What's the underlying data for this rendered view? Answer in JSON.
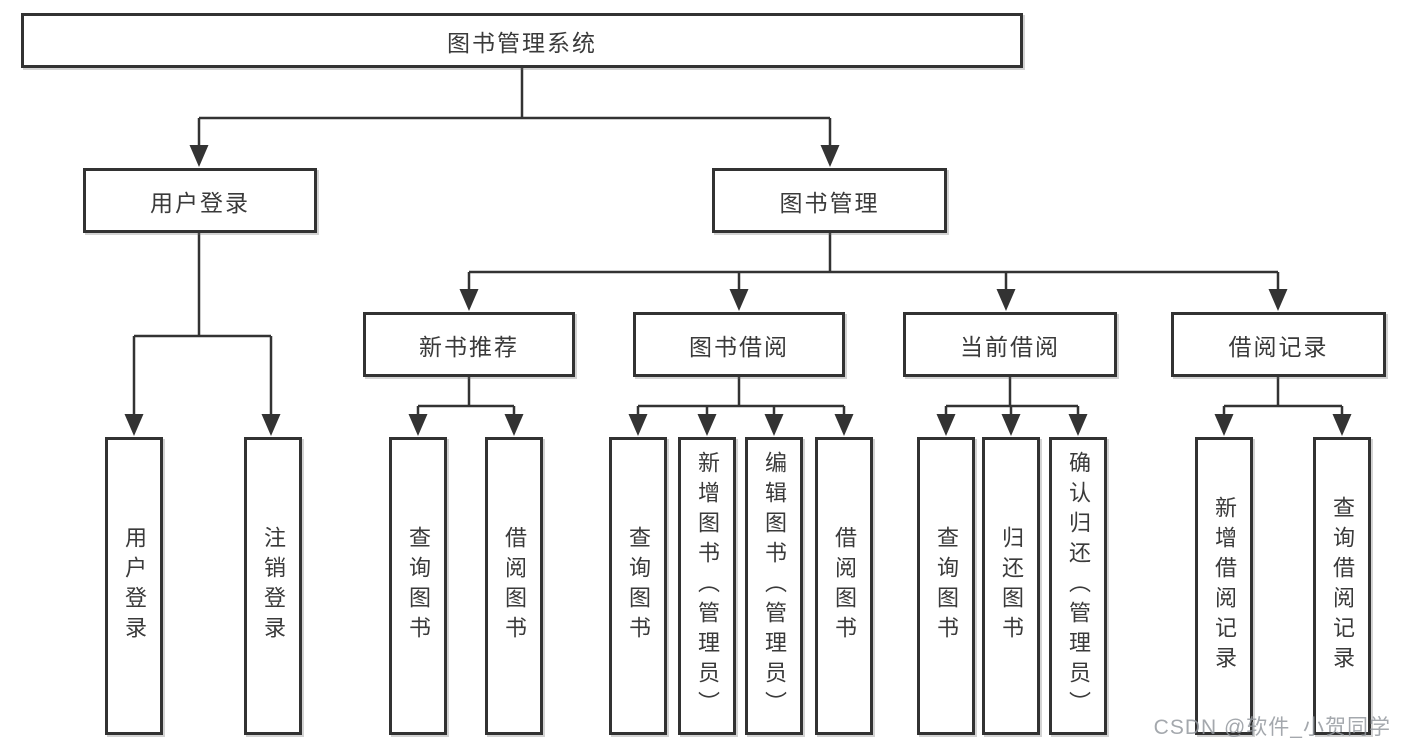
{
  "diagram": {
    "type": "tree",
    "colors": {
      "line": "#333333",
      "box_border": "#323232",
      "text": "#3a3a3a",
      "background": "#ffffff",
      "watermark": "#94999f"
    },
    "tree": {
      "label": "图书管理系统",
      "children": [
        {
          "label": "用户登录",
          "children": [
            {
              "label": "用户登录"
            },
            {
              "label": "注销登录"
            }
          ]
        },
        {
          "label": "图书管理",
          "children": [
            {
              "label": "新书推荐",
              "children": [
                {
                  "label": "查询图书"
                },
                {
                  "label": "借阅图书"
                }
              ]
            },
            {
              "label": "图书借阅",
              "children": [
                {
                  "label": "查询图书"
                },
                {
                  "label": "新增图书（管理员）"
                },
                {
                  "label": "编辑图书（管理员）"
                },
                {
                  "label": "借阅图书"
                }
              ]
            },
            {
              "label": "当前借阅",
              "children": [
                {
                  "label": "查询图书"
                },
                {
                  "label": "归还图书"
                },
                {
                  "label": "确认归还（管理员）"
                }
              ]
            },
            {
              "label": "借阅记录",
              "children": [
                {
                  "label": "新增借阅记录"
                },
                {
                  "label": "查询借阅记录"
                }
              ]
            }
          ]
        }
      ]
    },
    "watermark": {
      "text": "CSDN @软件_小贺同学"
    }
  }
}
